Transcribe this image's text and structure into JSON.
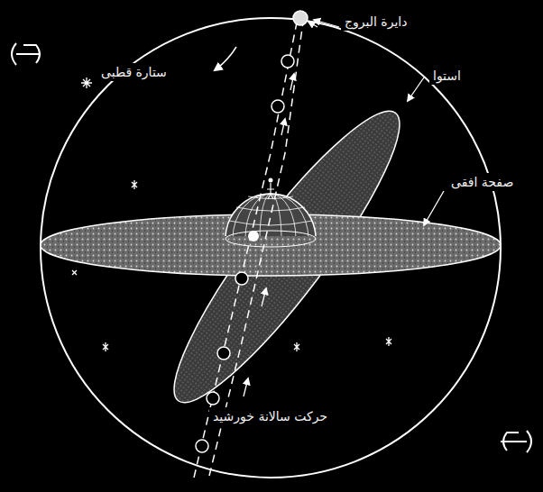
{
  "diagram": {
    "labels": [
      "دایرة البروج",
      "ستارة قطبی",
      "استوا",
      "صفحة افقی",
      "حرکت سالانة خورشید"
    ]
  }
}
